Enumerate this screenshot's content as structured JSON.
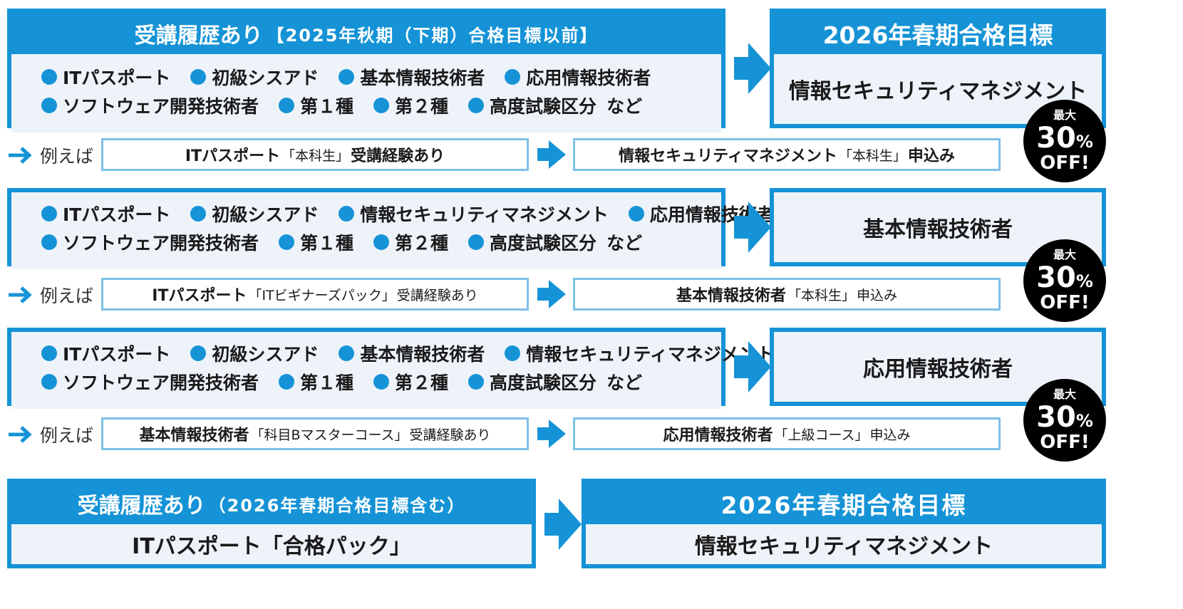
{
  "sections": [
    {
      "header": {
        "main": "受講履歴あり",
        "sub": "【2025年秋期（下期）合格目標以前】"
      },
      "courses_row1": [
        "ITパスポート",
        "初級シスアド",
        "基本情報技術者",
        "応用情報技術者"
      ],
      "courses_row2": [
        "ソフトウェア開発技術者",
        "第１種",
        "第２種",
        "高度試験区分"
      ],
      "etc": "など",
      "target_header": "2026年春期合格目標",
      "target": "情報セキュリティマネジメント",
      "example_label": "例えば",
      "example_from_name": "ITパスポート",
      "example_from_course": "「本科生」",
      "example_from_suffix": "受講経験あり",
      "example_to_name": "情報セキュリティマネジメント",
      "example_to_course": "「本科生」",
      "example_to_suffix": "申込み",
      "badge": {
        "top": "最大",
        "num": "30",
        "pct": "%",
        "off": "OFF!"
      }
    },
    {
      "courses_row1": [
        "ITパスポート",
        "初級シスアド",
        "情報セキュリティマネジメント",
        "応用情報技術者"
      ],
      "courses_row2": [
        "ソフトウェア開発技術者",
        "第１種",
        "第２種",
        "高度試験区分"
      ],
      "etc": "など",
      "target": "基本情報技術者",
      "example_label": "例えば",
      "example_from_name": "ITパスポート",
      "example_from_course": "「ITビギナーズパック」",
      "example_from_suffix": "受講経験あり",
      "example_to_name": "基本情報技術者",
      "example_to_course": "「本科生」",
      "example_to_suffix": "申込み",
      "badge": {
        "top": "最大",
        "num": "30",
        "pct": "%",
        "off": "OFF!"
      }
    },
    {
      "courses_row1": [
        "ITパスポート",
        "初級シスアド",
        "基本情報技術者",
        "情報セキュリティマネジメント"
      ],
      "courses_row2": [
        "ソフトウェア開発技術者",
        "第１種",
        "第２種",
        "高度試験区分"
      ],
      "etc": "など",
      "target": "応用情報技術者",
      "example_label": "例えば",
      "example_from_name": "基本情報技術者",
      "example_from_course": "「科目Bマスターコース」",
      "example_from_suffix": "受講経験あり",
      "example_to_name": "応用情報技術者",
      "example_to_course": "「上級コース」",
      "example_to_suffix": "申込み",
      "badge": {
        "top": "最大",
        "num": "30",
        "pct": "%",
        "off": "OFF!"
      }
    }
  ],
  "bottom": {
    "left_header_main": "受講履歴あり",
    "left_header_sub": "（2026年春期合格目標含む）",
    "left_body": "ITパスポート「合格パック」",
    "right_header": "2026年春期合格目標",
    "right_body": "情報セキュリティマネジメント"
  },
  "colors": {
    "accent": "#1593d6",
    "pale": "#eef3fa",
    "light_border": "#7ec0e8",
    "badge": "#000000"
  }
}
